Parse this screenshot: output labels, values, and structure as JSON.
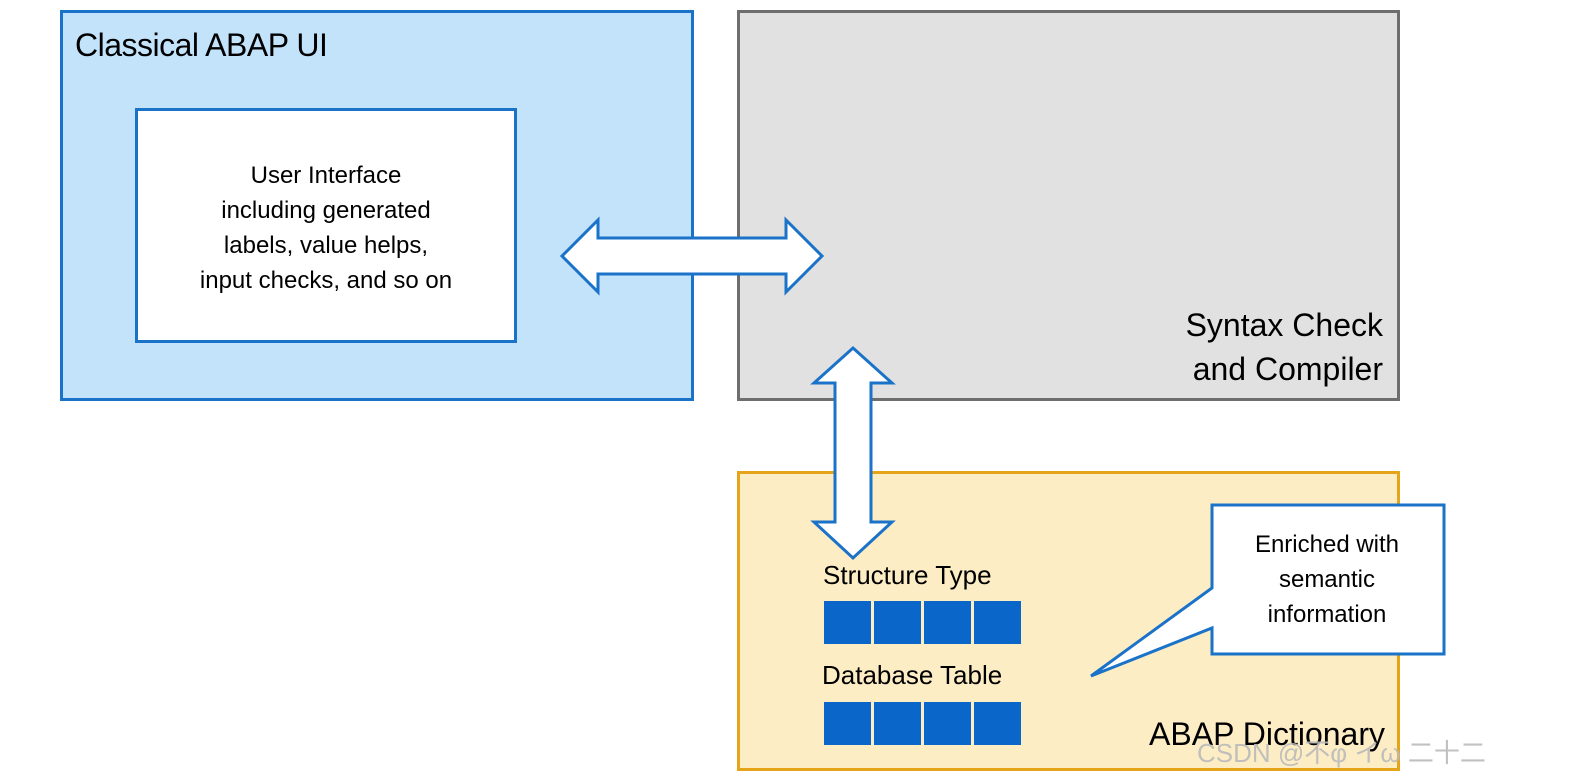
{
  "ui_box": {
    "title": "Classical ABAP UI",
    "inner_text": "User Interface\nincluding generated\nlabels, value helps,\ninput checks, and so on"
  },
  "compiler_box": {
    "title": "Syntax Check\nand Compiler"
  },
  "dictionary_box": {
    "title": "ABAP Dictionary",
    "structure_label": "Structure Type",
    "table_label": "Database Table",
    "callout": "Enriched with\nsemantic\ninformation"
  },
  "watermark": "CSDN @不φ イω  二十二",
  "colors": {
    "ui_fill": "#c3e3fb",
    "blue_border": "#1a73c8",
    "compiler_fill": "#e1e1e1",
    "compiler_border": "#6e6e6e",
    "dictionary_fill": "#fdedc5",
    "dictionary_border": "#e5a41a",
    "field_fill": "#0a66c8"
  }
}
